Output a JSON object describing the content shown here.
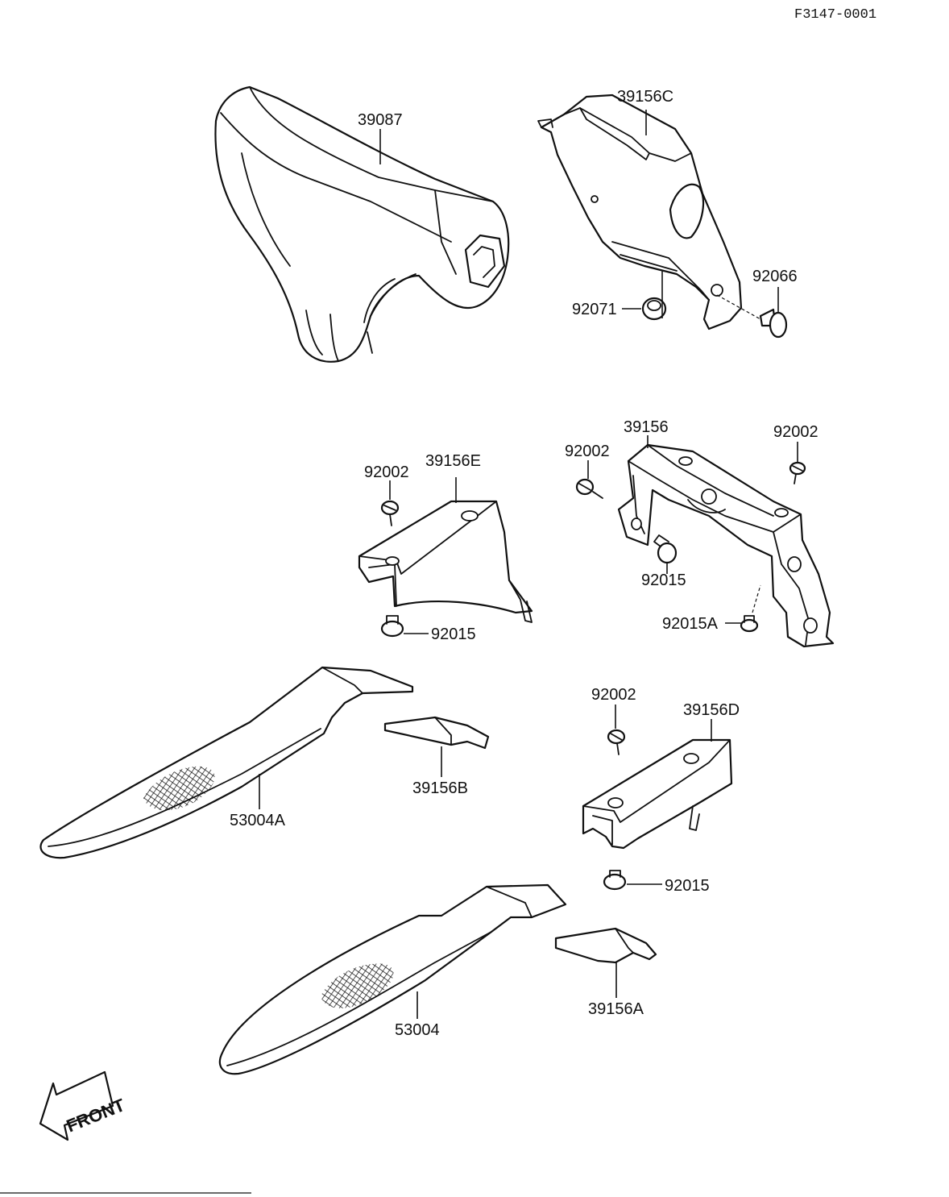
{
  "diagram_code": "F3147-0001",
  "direction_label": "FRONT",
  "part_labels": {
    "p39087": "39087",
    "p39156C": "39156C",
    "p92066": "92066",
    "p92071": "92071",
    "p39156E": "39156E",
    "p92002_e": "92002",
    "p92015_e": "92015",
    "p39156": "39156",
    "p92002_b1": "92002",
    "p92002_b2": "92002",
    "p92015_b": "92015",
    "p92015A": "92015A",
    "p39156B": "39156B",
    "p53004A": "53004A",
    "p39156D": "39156D",
    "p92002_d": "92002",
    "p92015_d": "92015",
    "p53004": "53004",
    "p39156A": "39156A"
  }
}
